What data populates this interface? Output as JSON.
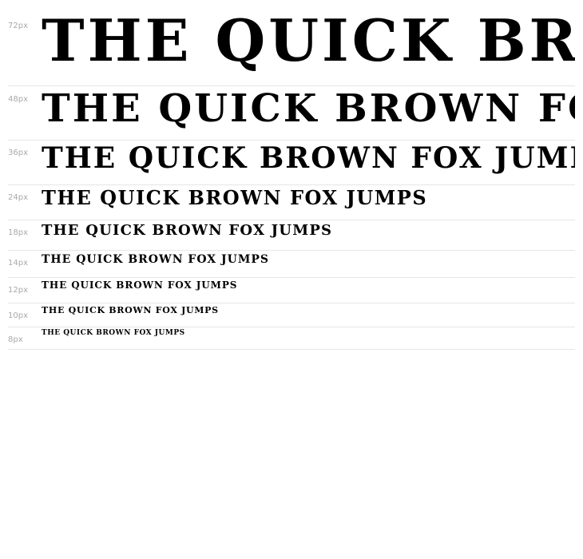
{
  "sample_text": "THE QUICK BROWN FOX JUMPS",
  "rows": [
    {
      "label": "72px",
      "size": 72
    },
    {
      "label": "48px",
      "size": 48
    },
    {
      "label": "36px",
      "size": 36
    },
    {
      "label": "24px",
      "size": 24
    },
    {
      "label": "18px",
      "size": 18
    },
    {
      "label": "14px",
      "size": 14
    },
    {
      "label": "12px",
      "size": 12
    },
    {
      "label": "10px",
      "size": 10
    },
    {
      "label": "8px",
      "size": 8
    }
  ],
  "colors": {
    "text": "#000000",
    "label": "#a9a9a9",
    "divider": "#e6e6e6",
    "background": "#ffffff"
  }
}
